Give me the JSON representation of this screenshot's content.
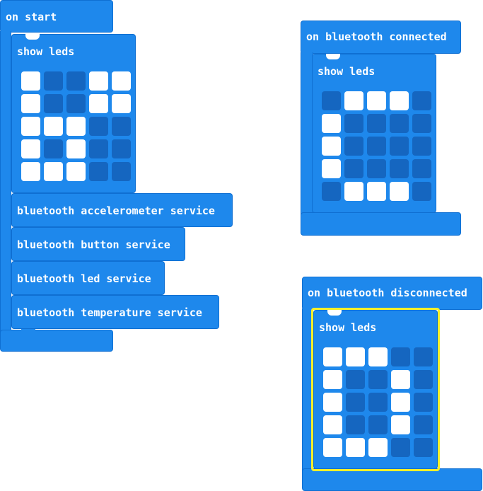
{
  "colors": {
    "block": "#1e88ec",
    "block_dark": "#1566c0",
    "led_on": "#ffffff",
    "selection": "#f5f02a"
  },
  "on_start": {
    "hat_label": "on start",
    "show_leds_label": "show leds",
    "leds": [
      [
        1,
        0,
        0,
        1,
        1
      ],
      [
        1,
        0,
        0,
        1,
        1
      ],
      [
        1,
        1,
        1,
        0,
        0
      ],
      [
        1,
        0,
        1,
        0,
        0
      ],
      [
        1,
        1,
        1,
        0,
        0
      ]
    ],
    "services": [
      "bluetooth accelerometer service",
      "bluetooth button service",
      "bluetooth led service",
      "bluetooth temperature service"
    ]
  },
  "on_connected": {
    "hat_label": "on bluetooth connected",
    "show_leds_label": "show leds",
    "leds": [
      [
        0,
        1,
        1,
        1,
        0
      ],
      [
        1,
        0,
        0,
        0,
        0
      ],
      [
        1,
        0,
        0,
        0,
        0
      ],
      [
        1,
        0,
        0,
        0,
        0
      ],
      [
        0,
        1,
        1,
        1,
        0
      ]
    ]
  },
  "on_disconnected": {
    "hat_label": "on bluetooth disconnected",
    "show_leds_label": "show leds",
    "leds": [
      [
        1,
        1,
        1,
        0,
        0
      ],
      [
        1,
        0,
        0,
        1,
        0
      ],
      [
        1,
        0,
        0,
        1,
        0
      ],
      [
        1,
        0,
        0,
        1,
        0
      ],
      [
        1,
        1,
        1,
        0,
        0
      ]
    ]
  }
}
